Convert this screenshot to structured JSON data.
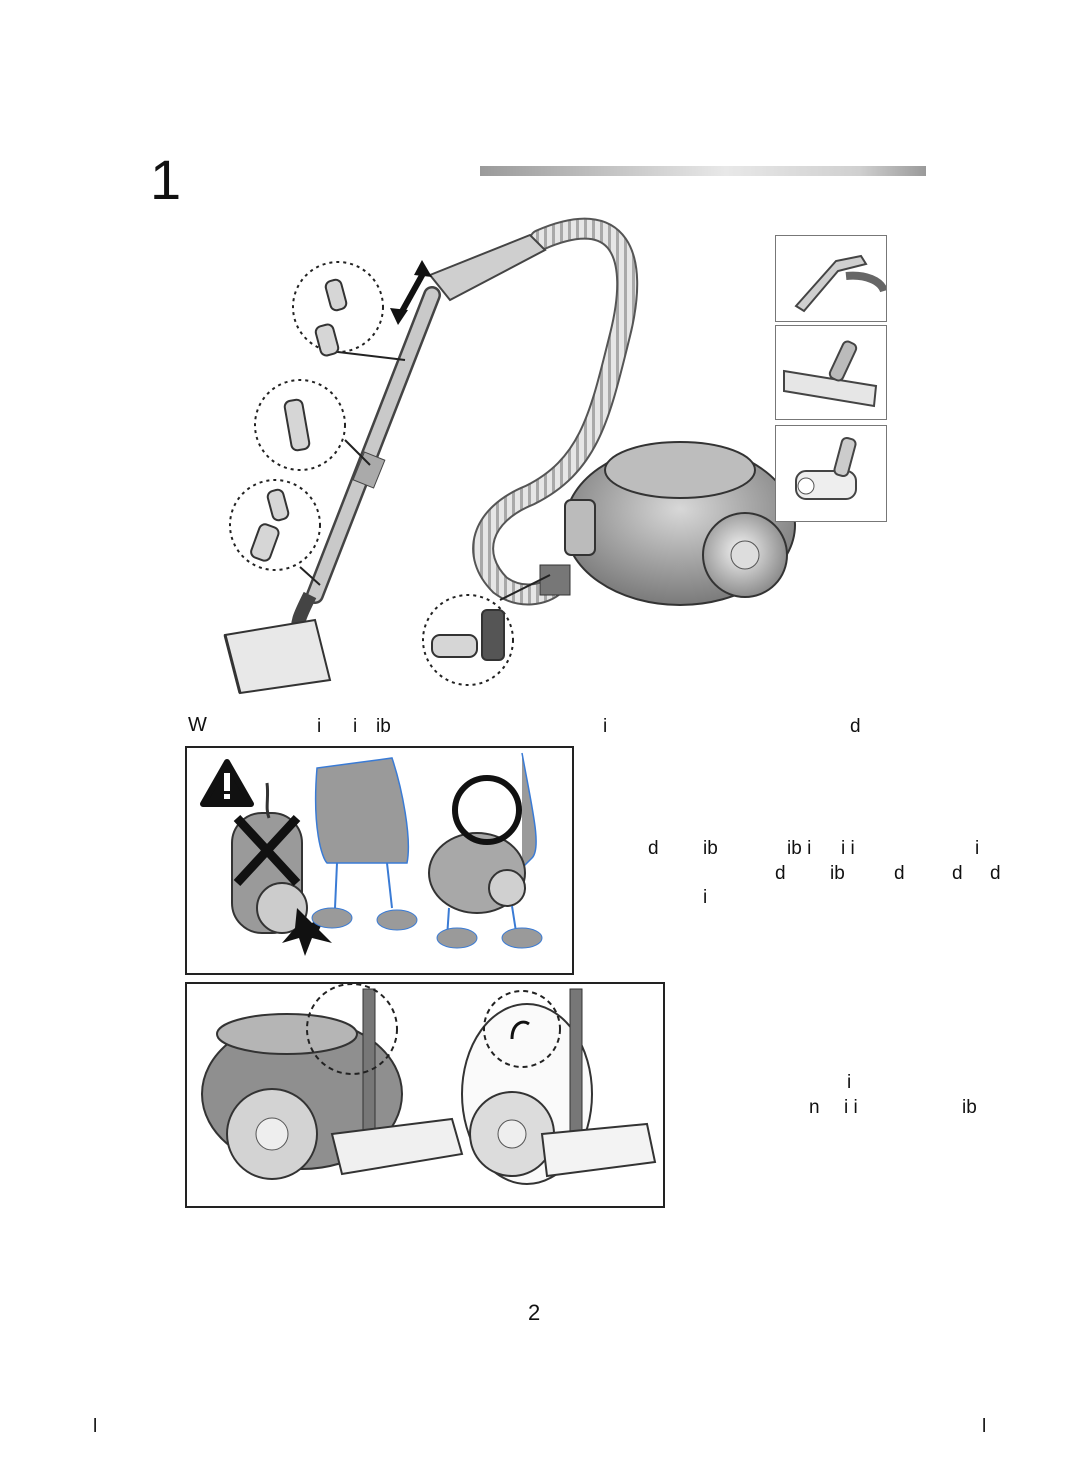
{
  "section": {
    "number": "1",
    "title_glyph_1": "",
    "title_glyph_2": "",
    "title_glyph_3": "",
    "accessory_glyph": ""
  },
  "warning_line": {
    "marker": "W",
    "parts": [
      "i",
      "i",
      "ib",
      "i",
      "d"
    ]
  },
  "caution_panel": {
    "glyph_a": "",
    "glyph_b": "",
    "line1": [
      "d",
      "ib",
      "ib i",
      "i i",
      "i"
    ],
    "line2": [
      "d",
      "ib",
      "d",
      "d",
      "d"
    ],
    "line3": [
      "i"
    ]
  },
  "lower_note": {
    "line1": [
      "i"
    ],
    "line2": [
      "n",
      "i i",
      "ib"
    ]
  },
  "page_number": "2",
  "footer": {
    "left_mark": "l",
    "right_mark": "l"
  }
}
